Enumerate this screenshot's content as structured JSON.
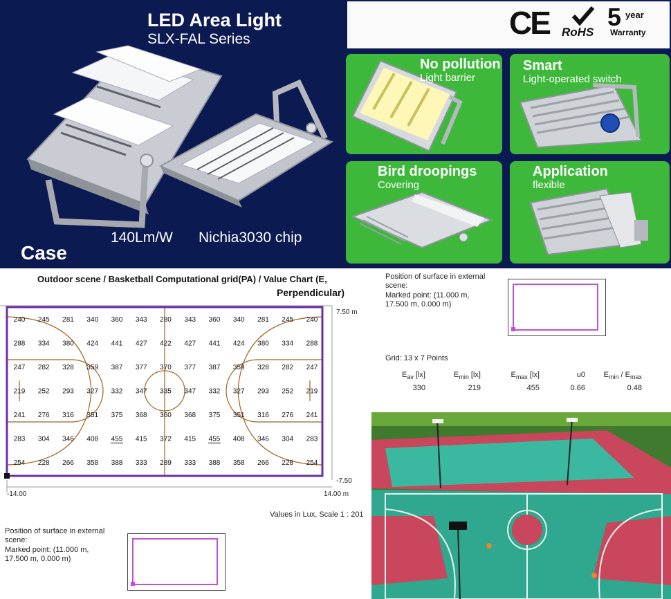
{
  "hero": {
    "title": "LED Area Light",
    "subtitle": "SLX-FAL Series",
    "efficacy": "140Lm/W",
    "chip": "Nichia3030 chip",
    "case_label": "Case"
  },
  "certs": {
    "ce": "CE",
    "rohs": "RoHS",
    "warranty_number": "5",
    "warranty_year": "year",
    "warranty_word": "Warranty"
  },
  "features": [
    {
      "title": "No pollution",
      "subtitle": "Light barrier"
    },
    {
      "title": "Smart",
      "subtitle": "Light-operated switch"
    },
    {
      "title": "Bird droopings",
      "subtitle": "Covering"
    },
    {
      "title": "Application",
      "subtitle": "flexible"
    }
  ],
  "colors": {
    "navy": "#0c1a52",
    "green": "#3db83a",
    "grid_border": "#6a2fa8",
    "isolines": "#a0621c",
    "marker": "#c24fd6"
  },
  "chart": {
    "heading_line1": "Outdoor scene / Basketball Computational grid(PA) / Value Chart (E,",
    "heading_line2": "Perpendicular)",
    "y_top": "7.50 m",
    "y_bottom": "-7.50",
    "x_left": "-14.00",
    "x_right": "14.00 m",
    "scale_note": "Values in Lux, Scale 1 : 201",
    "position_label_line1": "Position of surface in external",
    "position_label_line2": "scene:",
    "marked_point_line1": "Marked point: (11.000 m,",
    "marked_point_line2": "17.500 m, 0.000 m)",
    "grid_label": "Grid: 13 x 7 Points",
    "stats_headers": [
      "Eav [lx]",
      "Emin [lx]",
      "Emax [lx]",
      "u0",
      "Emin / Emax"
    ],
    "stats_values": [
      "330",
      "219",
      "455",
      "0.66",
      "0.48"
    ]
  },
  "chart_data": {
    "type": "heatmap",
    "title": "Value Chart (E, Perpendicular)",
    "x_range": [
      -14.0,
      14.0
    ],
    "y_range": [
      -7.5,
      7.5
    ],
    "grid": "13 x 7 Points",
    "unit": "lx",
    "rows": [
      [
        240,
        245,
        281,
        340,
        360,
        343,
        280,
        343,
        360,
        340,
        281,
        245,
        240
      ],
      [
        288,
        334,
        380,
        424,
        441,
        427,
        422,
        427,
        441,
        424,
        380,
        334,
        288
      ],
      [
        247,
        282,
        328,
        359,
        387,
        377,
        370,
        377,
        387,
        359,
        328,
        282,
        247
      ],
      [
        219,
        252,
        293,
        327,
        332,
        347,
        335,
        347,
        332,
        327,
        293,
        252,
        219
      ],
      [
        241,
        276,
        316,
        351,
        375,
        368,
        360,
        368,
        375,
        351,
        316,
        276,
        241
      ],
      [
        283,
        304,
        346,
        408,
        455,
        415,
        372,
        415,
        455,
        408,
        346,
        304,
        283
      ],
      [
        254,
        228,
        266,
        358,
        388,
        333,
        289,
        333,
        388,
        358,
        266,
        228,
        254
      ]
    ],
    "underlined": [
      [
        5,
        4
      ],
      [
        5,
        8
      ]
    ]
  }
}
